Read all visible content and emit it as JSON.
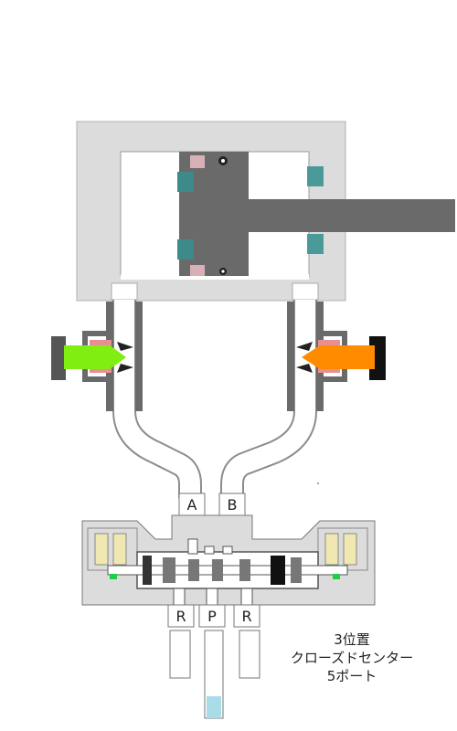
{
  "ports": {
    "a": "A",
    "b": "B",
    "p": "P",
    "r_left": "R",
    "r_right": "R"
  },
  "caption": {
    "line1": "3位置",
    "line2": "クローズドセンター",
    "line3": "5ポート"
  },
  "colors": {
    "body": "#dcdcdc",
    "outline": "#a8a8a8",
    "piston": "#696969",
    "seal_teal": "#4a9a9a",
    "seal_pink": "#d8b0b8",
    "flow_left": "#80ee10",
    "flow_right": "#ff8c00",
    "coil": "#f0e8b0",
    "supply_water": "#a8dce8"
  },
  "icons": {
    "left_arrow": "flow-arrow-right-icon",
    "right_arrow": "flow-arrow-left-icon"
  }
}
